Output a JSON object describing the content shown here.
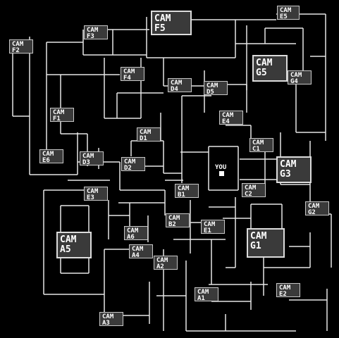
{
  "player": {
    "label": "YOU"
  },
  "cameras": [
    {
      "id": "F5",
      "l1": "CAM",
      "l2": "F5",
      "size": "big"
    },
    {
      "id": "E5",
      "l1": "CAM",
      "l2": "E5",
      "size": "small"
    },
    {
      "id": "F3",
      "l1": "CAM",
      "l2": "F3",
      "size": "small"
    },
    {
      "id": "F2",
      "l1": "CAM",
      "l2": "F2",
      "size": "small"
    },
    {
      "id": "G5",
      "l1": "CAM",
      "l2": "G5",
      "size": "big"
    },
    {
      "id": "F4",
      "l1": "CAM",
      "l2": "F4",
      "size": "small"
    },
    {
      "id": "G4",
      "l1": "CAM",
      "l2": "G4",
      "size": "small"
    },
    {
      "id": "D4",
      "l1": "CAM",
      "l2": "D4",
      "size": "small"
    },
    {
      "id": "D5",
      "l1": "CAM",
      "l2": "D5",
      "size": "small"
    },
    {
      "id": "F1",
      "l1": "CAM",
      "l2": "F1",
      "size": "small"
    },
    {
      "id": "E4",
      "l1": "CAM",
      "l2": "E4",
      "size": "small"
    },
    {
      "id": "D1",
      "l1": "CAM",
      "l2": "D1",
      "size": "small"
    },
    {
      "id": "C1",
      "l1": "CAM",
      "l2": "C1",
      "size": "small"
    },
    {
      "id": "E6",
      "l1": "CAM",
      "l2": "E6",
      "size": "small"
    },
    {
      "id": "D3",
      "l1": "CAM",
      "l2": "D3",
      "size": "small"
    },
    {
      "id": "D2",
      "l1": "CAM",
      "l2": "D2",
      "size": "small"
    },
    {
      "id": "G3",
      "l1": "CAM",
      "l2": "G3",
      "size": "big"
    },
    {
      "id": "B1",
      "l1": "CAM",
      "l2": "B1",
      "size": "small"
    },
    {
      "id": "C2",
      "l1": "CAM",
      "l2": "C2",
      "size": "small"
    },
    {
      "id": "E3",
      "l1": "CAM",
      "l2": "E3",
      "size": "small"
    },
    {
      "id": "G2",
      "l1": "CAM",
      "l2": "G2",
      "size": "small"
    },
    {
      "id": "B2",
      "l1": "CAM",
      "l2": "B2",
      "size": "small"
    },
    {
      "id": "E1",
      "l1": "CAM",
      "l2": "E1",
      "size": "small"
    },
    {
      "id": "A6",
      "l1": "CAM",
      "l2": "A6",
      "size": "small"
    },
    {
      "id": "A5",
      "l1": "CAM",
      "l2": "A5",
      "size": "big"
    },
    {
      "id": "G1",
      "l1": "CAM",
      "l2": "G1",
      "size": "big"
    },
    {
      "id": "A4",
      "l1": "CAM",
      "l2": "A4",
      "size": "small"
    },
    {
      "id": "A2",
      "l1": "CAM",
      "l2": "A2",
      "size": "small"
    },
    {
      "id": "E2",
      "l1": "CAM",
      "l2": "E2",
      "size": "small"
    },
    {
      "id": "A1",
      "l1": "CAM",
      "l2": "A1",
      "size": "small"
    },
    {
      "id": "A3",
      "l1": "CAM",
      "l2": "A3",
      "size": "small"
    }
  ]
}
